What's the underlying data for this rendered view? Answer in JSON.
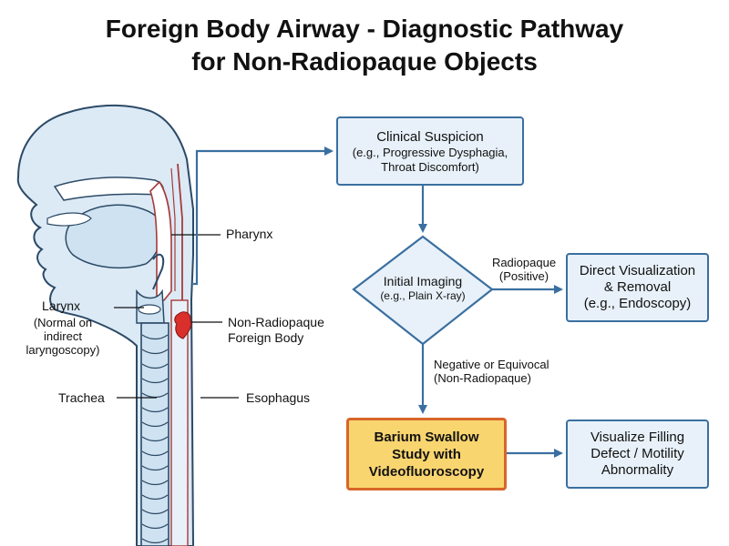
{
  "title": {
    "line1": "Foreign Body Airway - Diagnostic Pathway",
    "line2": "for Non-Radiopaque Objects"
  },
  "anatomy": {
    "pharynx": "Pharynx",
    "larynx": "Larynx",
    "larynx_note1": "(Normal on",
    "larynx_note2": "indirect",
    "larynx_note3": "laryngoscopy)",
    "foreign_body1": "Non-Radiopaque",
    "foreign_body2": "Foreign Body",
    "trachea": "Trachea",
    "esophagus": "Esophagus"
  },
  "flow": {
    "clinical": {
      "title": "Clinical Suspicion",
      "line2": "(e.g., Progressive Dysphagia,",
      "line3": "Throat Discomfort)"
    },
    "imaging": {
      "title": "Initial Imaging",
      "line2": "(e.g., Plain X-ray)"
    },
    "direct": {
      "line1": "Direct Visualization",
      "line2": "& Removal",
      "line3": "(e.g., Endoscopy)"
    },
    "barium": {
      "line1": "Barium Swallow",
      "line2": "Study with",
      "line3": "Videofluoroscopy"
    },
    "visualize": {
      "line1": "Visualize Filling",
      "line2": "Defect / Motility",
      "line3": "Abnormality"
    },
    "edge_positive1": "Radiopaque",
    "edge_positive2": "(Positive)",
    "edge_negative1": "Negative or Equivocal",
    "edge_negative2": "(Non-Radiopaque)"
  },
  "colors": {
    "box_fill": "#e8f1f9",
    "box_border": "#3a6fa0",
    "highlight_fill": "#f9d570",
    "highlight_border": "#d8652a",
    "foreign_body": "#d9302c",
    "tissue": "#cfe2f1",
    "outline": "#2c4a66",
    "mucosa": "#a83a3a"
  }
}
